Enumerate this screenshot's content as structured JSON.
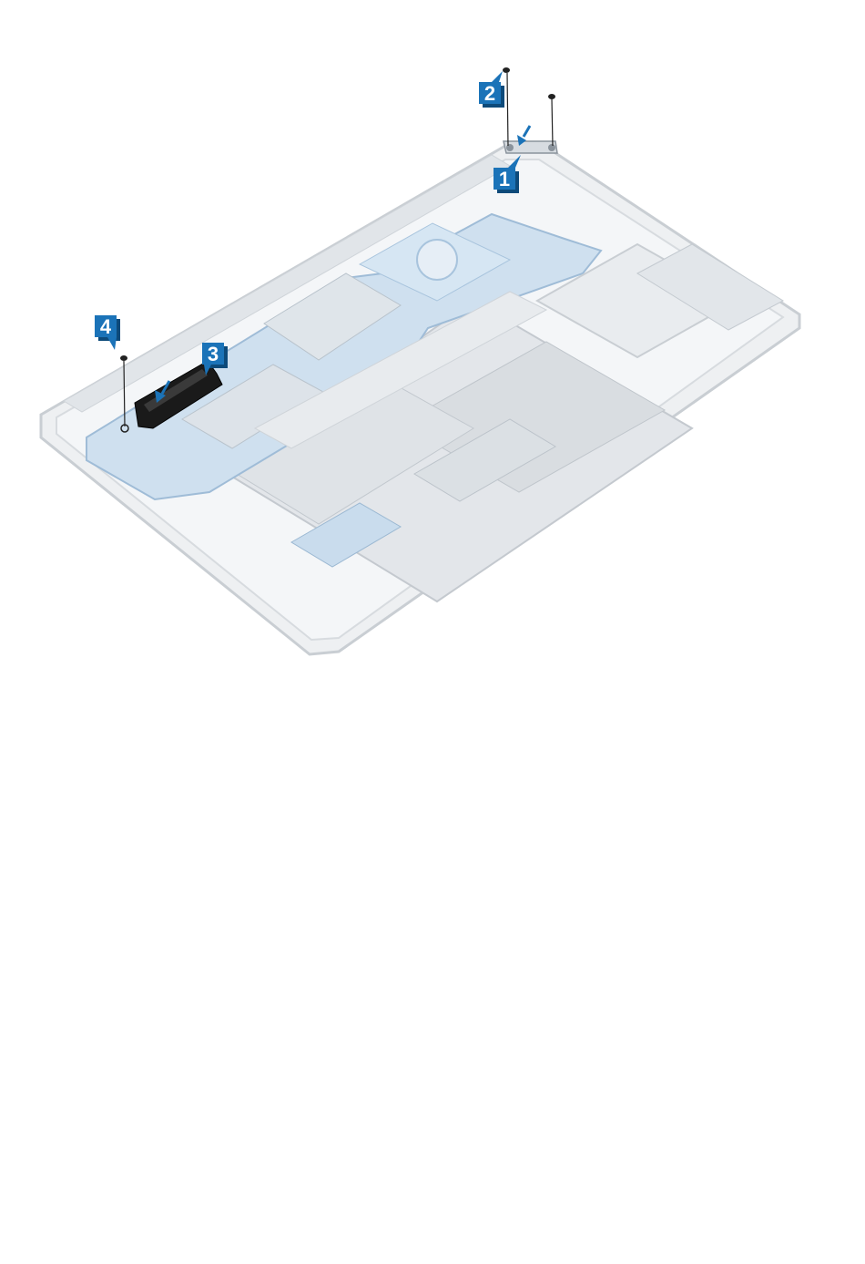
{
  "callouts": [
    {
      "id": "1",
      "label": "1"
    },
    {
      "id": "2",
      "label": "2"
    },
    {
      "id": "3",
      "label": "3"
    },
    {
      "id": "4",
      "label": "4"
    }
  ],
  "colors": {
    "callout_fill": "#1b73b8",
    "callout_shadow": "#0d4a7a",
    "arrow": "#1b73b8",
    "board_blue": "#9cc3e6",
    "chassis": "#e6e9ec",
    "chassis_edge": "#c7ccd1",
    "highlight_part": "#1a1a1a"
  }
}
